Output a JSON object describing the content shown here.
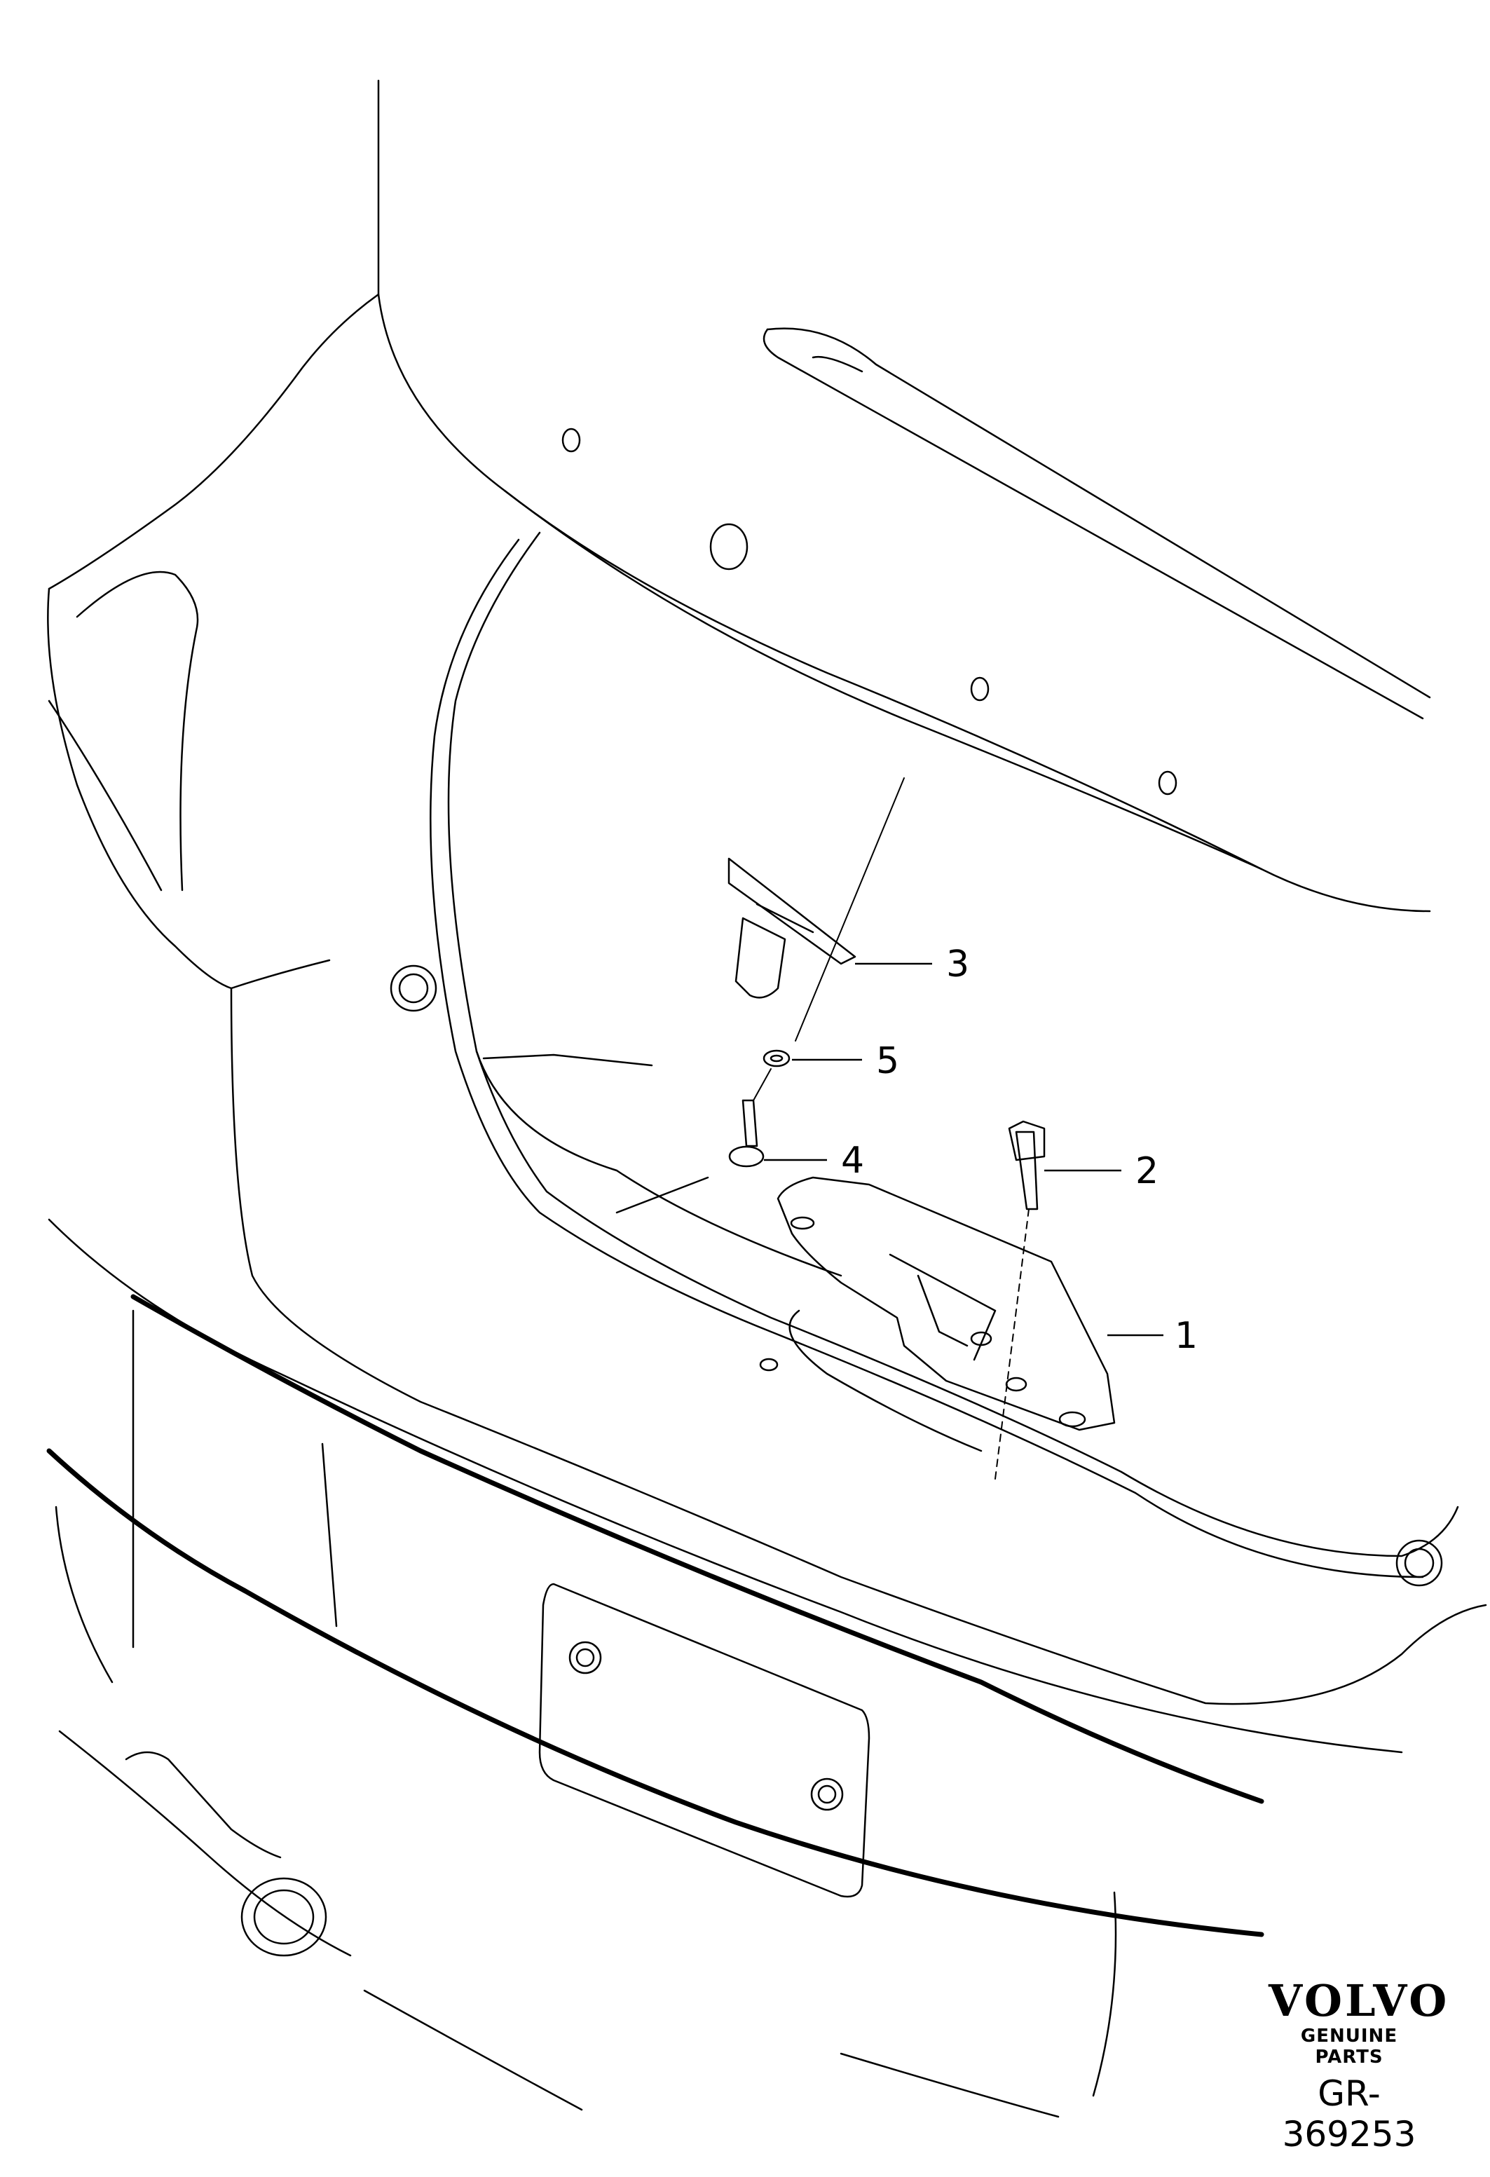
{
  "diagram": {
    "callouts": [
      {
        "id": "1",
        "label": "1"
      },
      {
        "id": "2",
        "label": "2"
      },
      {
        "id": "3",
        "label": "3"
      },
      {
        "id": "4",
        "label": "4"
      },
      {
        "id": "5",
        "label": "5"
      }
    ],
    "brand": {
      "logo": "VOLVO",
      "subtitle": "GENUINE PARTS"
    },
    "reference": "GR-369253",
    "line_color": "#000000",
    "background": "#ffffff"
  }
}
